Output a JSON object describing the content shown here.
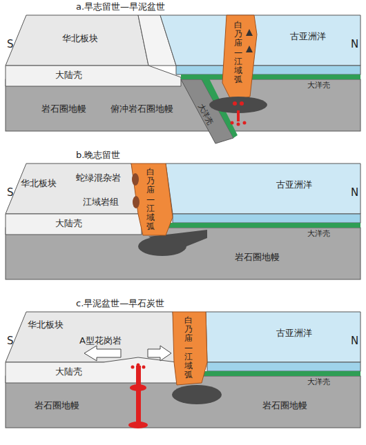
{
  "diagram": {
    "labels": [
      "a.早志留世—早泥盆世",
      "S",
      "华北板块",
      "大陆壳",
      "岩石圈地幔",
      "俯冲岩石圈地幔",
      "白乃庙—江域弧",
      "古亚洲洋",
      "N",
      "大洋壳",
      "大洋壳",
      "b.晚志留世",
      "S",
      "华北板块",
      "蛇绿混杂岩",
      "江域岩组",
      "白乃庙—江域弧",
      "古亚洲洋",
      "N",
      "大陆壳",
      "大洋壳",
      "岩石圈地幔",
      "c.早泥盆世—早石炭世",
      "S",
      "华北板块",
      "A型花岗岩",
      "白乃庙—江域弧",
      "古亚洲洋",
      "N",
      "大陆壳",
      "大洋壳",
      "岩石圈地幔",
      "岩石圈地幔"
    ]
  }
}
